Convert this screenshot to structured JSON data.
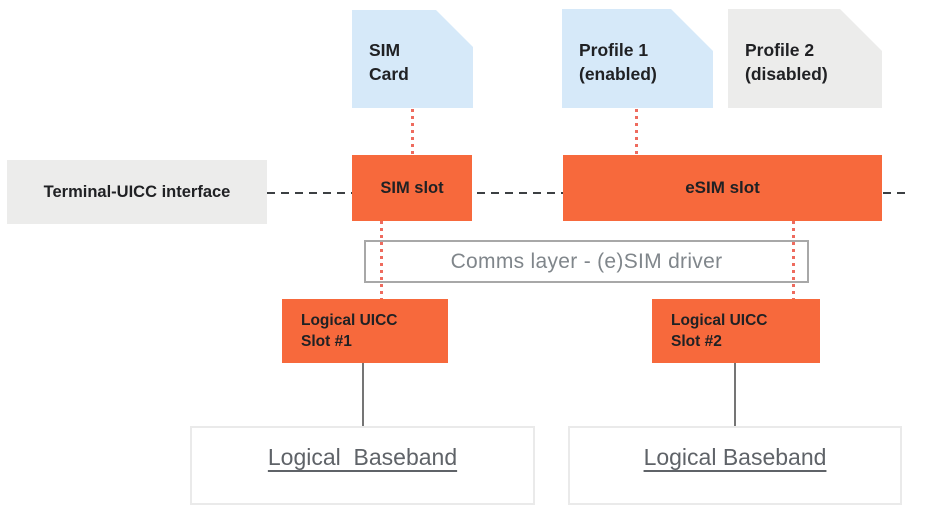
{
  "colors": {
    "orange": "#F7693C",
    "light_blue": "#D6E9F9",
    "light_gray": "#ECECEB",
    "red_dot": "#EE6B5E",
    "dash_dark": "#3C4043",
    "connector_gray": "#757575",
    "comms_border": "#A8A8A8",
    "comms_text": "#80868B",
    "baseband_text": "#5F6368",
    "text_dark": "#202124"
  },
  "nodes": {
    "sim_card": {
      "line1": "SIM",
      "line2": "Card"
    },
    "profile1": {
      "line1": "Profile 1",
      "line2": "(enabled)"
    },
    "profile2": {
      "line1": "Profile 2",
      "line2": "(disabled)"
    },
    "terminal_uicc": {
      "label": "Terminal-UICC interface"
    },
    "sim_slot": {
      "label": "SIM slot"
    },
    "esim_slot": {
      "label": "eSIM slot"
    },
    "comms_layer": {
      "label": "Comms layer - (e)SIM driver"
    },
    "uicc_slot1": {
      "line1": "Logical UICC",
      "line2": "Slot #1"
    },
    "uicc_slot2": {
      "line1": "Logical UICC",
      "line2": "Slot #2"
    },
    "baseband1": {
      "label": "Logical  Baseband"
    },
    "baseband2": {
      "label": "Logical Baseband"
    }
  }
}
